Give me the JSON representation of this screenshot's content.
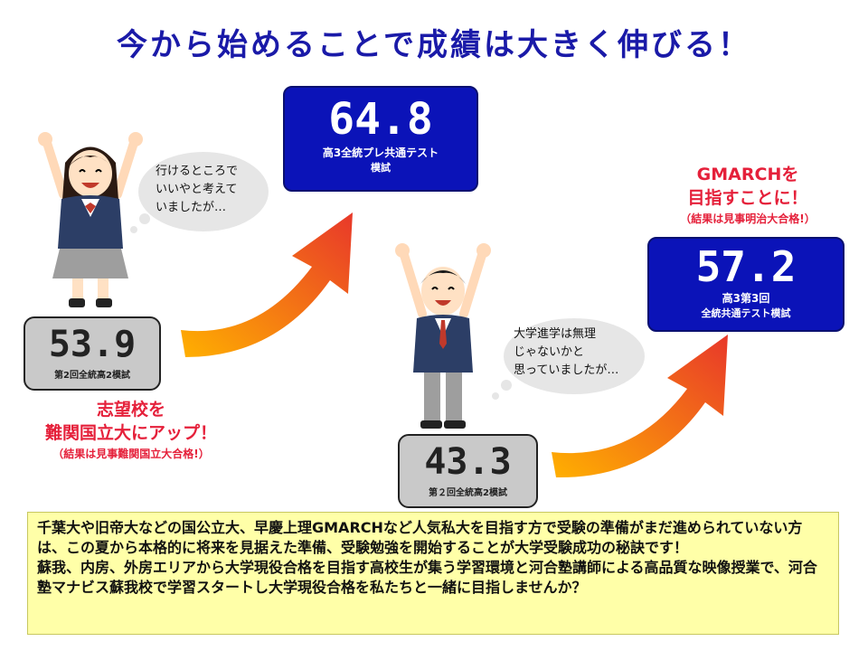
{
  "title": "今から始めることで成績は大きく伸びる！",
  "student_girl": {
    "bubble": [
      "行けるところで",
      "いいやと考えて",
      "いましたが…"
    ],
    "before_score": "53.9",
    "before_label": "第2回全統高2模試",
    "after_score": "64.8",
    "after_label_1": "高3全統プレ共通テスト",
    "after_label_2": "模試",
    "goal_1": "志望校を",
    "goal_2": "難関国立大にアップ！",
    "result": "（結果は見事難関国立大合格!）"
  },
  "student_boy": {
    "bubble": [
      "大学進学は無理",
      "じゃないかと",
      "思っていましたが…"
    ],
    "before_score": "43.3",
    "before_label": "第２回全統高2模試",
    "after_score": "57.2",
    "after_label_1": "高3第3回",
    "after_label_2": "全統共通テスト模試",
    "goal_1": "GMARCHを",
    "goal_2": "目指すことに！",
    "result": "（結果は見事明治大合格!）"
  },
  "note": [
    "千葉大や旧帝大などの国公立大、早慶上理GMARCHなど人気私大を目指す方で受験の準備がまだ進められていない方は、この夏から本格的に将来を見据えた準備、受験勉強を開始することが大学受験成功の秘訣です！",
    "蘇我、内房、外房エリアから大学現役合格を目指す高校生が集う学習環境と河合塾講師による高品質な映像授業で、河合塾マナビス蘇我校で学習スタートし大学現役合格を私たちと一緒に目指しませんか？"
  ]
}
